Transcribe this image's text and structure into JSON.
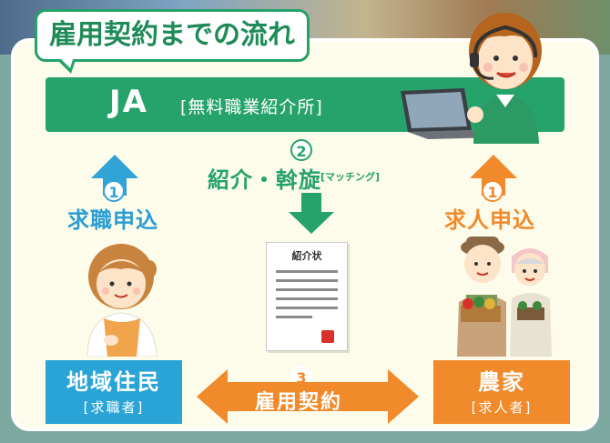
{
  "title": "雇用契約までの流れ",
  "ja": {
    "name": "JA",
    "sub": "[無料職業紹介所]"
  },
  "step1_left": {
    "num": "1",
    "label": "求職申込"
  },
  "step1_right": {
    "num": "1",
    "label": "求人申込"
  },
  "step2": {
    "num": "2",
    "label": "紹介・斡旋",
    "sub": "[マッチング]"
  },
  "step3": {
    "num": "3",
    "label": "雇用契約"
  },
  "document": {
    "title": "紹介状"
  },
  "left_party": {
    "name": "地域住民",
    "role": "[求職者]"
  },
  "right_party": {
    "name": "農家",
    "role": "[求人者]"
  },
  "colors": {
    "green": "#26a36b",
    "blue": "#2aa3d6",
    "orange": "#f08a2a",
    "panel": "#fdfbe9"
  },
  "icons": [
    "operator-with-headset-icon",
    "laptop-icon",
    "job-seeker-woman-icon",
    "farmer-couple-icon",
    "referral-letter-icon"
  ]
}
